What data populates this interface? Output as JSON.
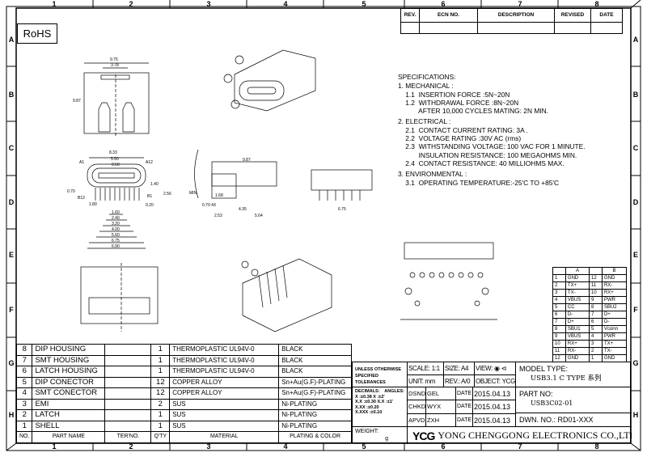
{
  "frame": {
    "columns": [
      "1",
      "2",
      "3",
      "4",
      "5",
      "6",
      "7",
      "8"
    ],
    "rows": [
      "A",
      "B",
      "C",
      "D",
      "E",
      "F",
      "G",
      "H"
    ]
  },
  "rohs": "RoHS",
  "revision_table": {
    "headers": [
      "REV.",
      "ECN NO.",
      "DESCRIPTION",
      "REVISED",
      "DATE"
    ]
  },
  "specifications": {
    "title": "SPECIFICATIONS:",
    "lines": [
      "1. MECHANICAL :",
      "    1.1  INSERTION FORCE :5N~20N",
      "    1.2  WITHDRAWAL FORCE :8N~20N",
      "           AFTER 10,000 CYCLES MATING: 2N MIN.",
      "2. ELECTRICAL :",
      "    2.1  CONTACT CURRENT RATING: 3A .",
      "    2.2  VOLTAGE RATING :30V AC (rms)",
      "    2.3  WITHSTANDING VOLTAGE: 100 VAC FOR 1 MINUTE.",
      "           INSULATION RESISTANCE: 100 MEGAOHMS MIN.",
      "    2.4  CONTACT RESISTANCE: 40 MILLIOHMS MAX.",
      "3. ENVIRONMENTAL :",
      "    3.1  OPERATING TEMPERATURE:-25'C TO +85'C"
    ]
  },
  "dimensions": [
    "9.75",
    "3.78",
    "9.87",
    "8.33",
    "5.50",
    "0.50",
    "A1",
    "A12",
    "B12",
    "B1",
    "1.80",
    "1.60",
    "2.40",
    "3.20",
    "4.00",
    "5.60",
    "6.75",
    "6.90",
    "0.20",
    "1.40",
    "0.70",
    "2.56",
    "1.68",
    "0.70 4X",
    "2.53",
    "5.64",
    "4.35",
    "9.87",
    "6.75",
    "MIN"
  ],
  "pin_table": {
    "headers": [
      "",
      "A",
      "",
      "B"
    ],
    "rows": [
      [
        "1",
        "GND",
        "12",
        "GND"
      ],
      [
        "2",
        "TX+",
        "11",
        "RX-"
      ],
      [
        "3",
        "TX-",
        "10",
        "RX+"
      ],
      [
        "4",
        "VBUS",
        "9",
        "PWR"
      ],
      [
        "5",
        "CC",
        "8",
        "SBU2"
      ],
      [
        "6",
        "D-",
        "7",
        "D+"
      ],
      [
        "7",
        "D+",
        "6",
        "D-"
      ],
      [
        "8",
        "SBU1",
        "5",
        "Vconn"
      ],
      [
        "9",
        "VBUS",
        "4",
        "PWR"
      ],
      [
        "10",
        "RX+",
        "3",
        "TX+"
      ],
      [
        "11",
        "RX-",
        "2",
        "TX-"
      ],
      [
        "12",
        "GND",
        "1",
        "GND"
      ]
    ]
  },
  "bom": {
    "rows": [
      [
        "8",
        "DIP  HOUSING",
        "",
        "1",
        "THERMOPLASTIC UL94V-0",
        "BLACK"
      ],
      [
        "7",
        "SMT  HOUSING",
        "",
        "1",
        "THERMOPLASTIC UL94V-0",
        "BLACK"
      ],
      [
        "6",
        "LATCH  HOUSING",
        "",
        "1",
        "THERMOPLASTIC UL94V-0",
        "BLACK"
      ],
      [
        "5",
        "DIP  CONECTOR",
        "",
        "12",
        "COPPER ALLOY",
        "Sn+Au(G.F)-PLATING"
      ],
      [
        "4",
        "SMT  CONECTOR",
        "",
        "12",
        "COPPER ALLOY",
        "Sn+Au(G.F)-PLATING"
      ],
      [
        "3",
        "EMI",
        "",
        "2",
        "SUS",
        "Ni-PLATING"
      ],
      [
        "2",
        "LATCH",
        "",
        "1",
        "SUS",
        "Ni-PLATING"
      ],
      [
        "1",
        "SHELL",
        "",
        "1",
        "SUS",
        "Ni-PLATING"
      ]
    ],
    "headers": [
      "NO.",
      "PART NAME",
      "TER'NO.",
      "Q'TY",
      "MATERIAL",
      "PLATING & COLOR"
    ]
  },
  "title_block": {
    "tolerance_title": "UNLESS OTHERWISE SPECIFIED TOLERANCES",
    "decimals_label": "DECIMALS:",
    "angles_label": "ANGLES:",
    "tol_lines": [
      "X    :±0.38  X  :±2'",
      "X.X  :±0.30  X.X :±1'",
      "X.XX :±0.20",
      "X.XXX :±0.10"
    ],
    "scale": "SCALE: 1:1",
    "size": "SIZE:  A4",
    "view": "VIEW:",
    "unit": "UNIT:  mm",
    "rev": "REV.: A/0",
    "object": "OBJECT: YCG",
    "model_type_label": "MODEL TYPE:",
    "model_type": "USB3.1 C TYPE 系列",
    "part_no_label": "PART NO:",
    "part_no": "USB3C02-01",
    "dwn_no": "DWN. NO.: RD01-XXX",
    "approvals": [
      {
        "role": "DSND",
        "name": "GEL",
        "date_label": "DATE",
        "date": "2015.04.13"
      },
      {
        "role": "CHKD",
        "name": "WYX",
        "date_label": "DATE",
        "date": "2015.04.13"
      },
      {
        "role": "APVD",
        "name": "ZXH",
        "date_label": "DATE",
        "date": "2015.04.13"
      }
    ],
    "weight_label": "WEIGHT:",
    "weight_unit": "g",
    "logo": "YCG",
    "company": "YONG CHENGGONG ELECTRONICS CO.,LTD."
  }
}
